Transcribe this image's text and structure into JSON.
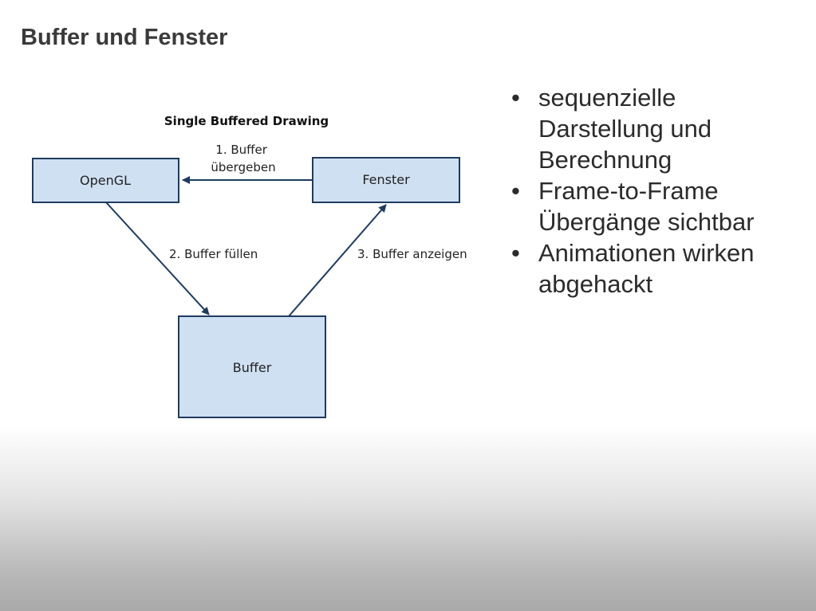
{
  "slide": {
    "title": "Buffer und Fenster"
  },
  "diagram": {
    "title": "Single Buffered Drawing",
    "nodes": {
      "opengl": "OpenGL",
      "fenster": "Fenster",
      "buffer": "Buffer"
    },
    "edges": [
      {
        "from": "fenster",
        "to": "opengl",
        "label_lines": [
          "1. Buffer",
          "übergeben"
        ]
      },
      {
        "from": "opengl",
        "to": "buffer",
        "label": "2. Buffer füllen"
      },
      {
        "from": "buffer",
        "to": "fenster",
        "label": "3. Buffer anzeigen"
      }
    ],
    "colors": {
      "box_fill": "#cfe0f2",
      "box_stroke": "#1f3b5e",
      "arrow": "#1f3b5e"
    }
  },
  "bullets": {
    "marker": "•",
    "items": [
      {
        "lines": [
          "sequenzielle",
          "Darstellung und",
          "Berechnung"
        ]
      },
      {
        "lines": [
          "Frame-to-Frame",
          "Übergänge sichtbar"
        ]
      },
      {
        "lines": [
          "Animationen wirken",
          "abgehackt"
        ]
      }
    ]
  }
}
